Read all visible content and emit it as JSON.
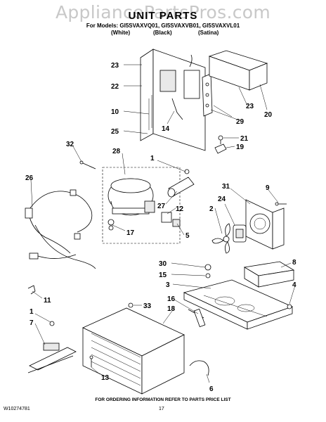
{
  "watermark": "AppliancePartsPros.com",
  "title": "UNIT PARTS",
  "models_line": "For Models: GI5SVAXVQ01, GI5SVAXVB01, GI5SVAXVL01",
  "finishes": [
    "(White)",
    "(Black)",
    "(Satina)"
  ],
  "callouts": [
    "23",
    "22",
    "10",
    "25",
    "14",
    "32",
    "28",
    "1",
    "26",
    "21",
    "19",
    "20",
    "29",
    "23",
    "9",
    "31",
    "24",
    "2",
    "12",
    "27",
    "17",
    "5",
    "30",
    "15",
    "8",
    "3",
    "4",
    "11",
    "33",
    "16",
    "18",
    "1",
    "7",
    "13",
    "6"
  ],
  "footer_note": "FOR ORDERING INFORMATION REFER TO PARTS PRICE LIST",
  "doc_id": "W10274781",
  "page_number": "17"
}
